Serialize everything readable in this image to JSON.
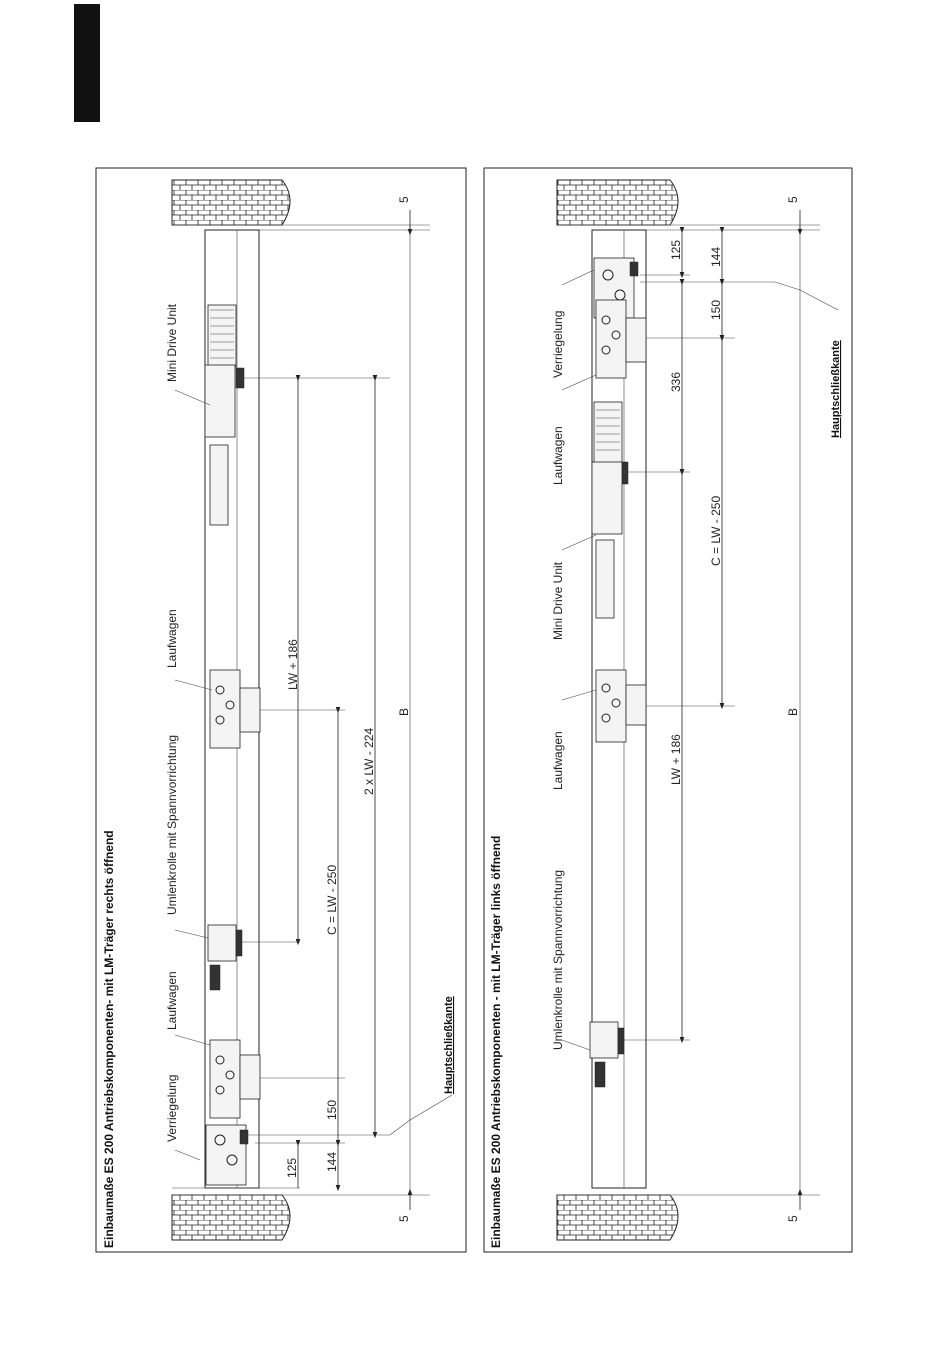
{
  "panel_left": {
    "title": "Einbaumaße ES 200 Antriebskomponenten- mit LM-Träger rechts öffnend",
    "labels": {
      "verriegelung": "Verriegelung",
      "laufwagen_1": "Laufwagen",
      "umlenkrolle": "Umlenkrolle mit Spannvorrichtung",
      "laufwagen_2": "Laufwagen",
      "mini_drive": "Mini Drive Unit",
      "hauptschliesskante": "Hauptschließkante"
    },
    "dims": {
      "d5_bottom": "5",
      "d5_top": "5",
      "d125": "125",
      "d144": "144",
      "d150": "150",
      "c": "C = LW - 250",
      "two_lw": "2 x LW - 224",
      "lw186": "LW + 186",
      "b": "B"
    }
  },
  "panel_right": {
    "title": "Einbaumaße ES 200 Antriebskomponenten - mit LM-Träger links öffnend",
    "labels": {
      "umlenkrolle": "Umlenkrolle mit Spannvorrichtung",
      "laufwagen_1": "Laufwagen",
      "mini_drive": "Mini Drive Unit",
      "laufwagen_2": "Laufwagen",
      "verriegelung": "Verriegelung",
      "hauptschliesskante": "Hauptschließkante"
    },
    "dims": {
      "d5_bottom": "5",
      "d5_top": "5",
      "d125": "125",
      "d144": "144",
      "d150": "150",
      "d336": "336",
      "c": "C = LW - 250",
      "lw186": "LW + 186",
      "b": "B"
    }
  }
}
